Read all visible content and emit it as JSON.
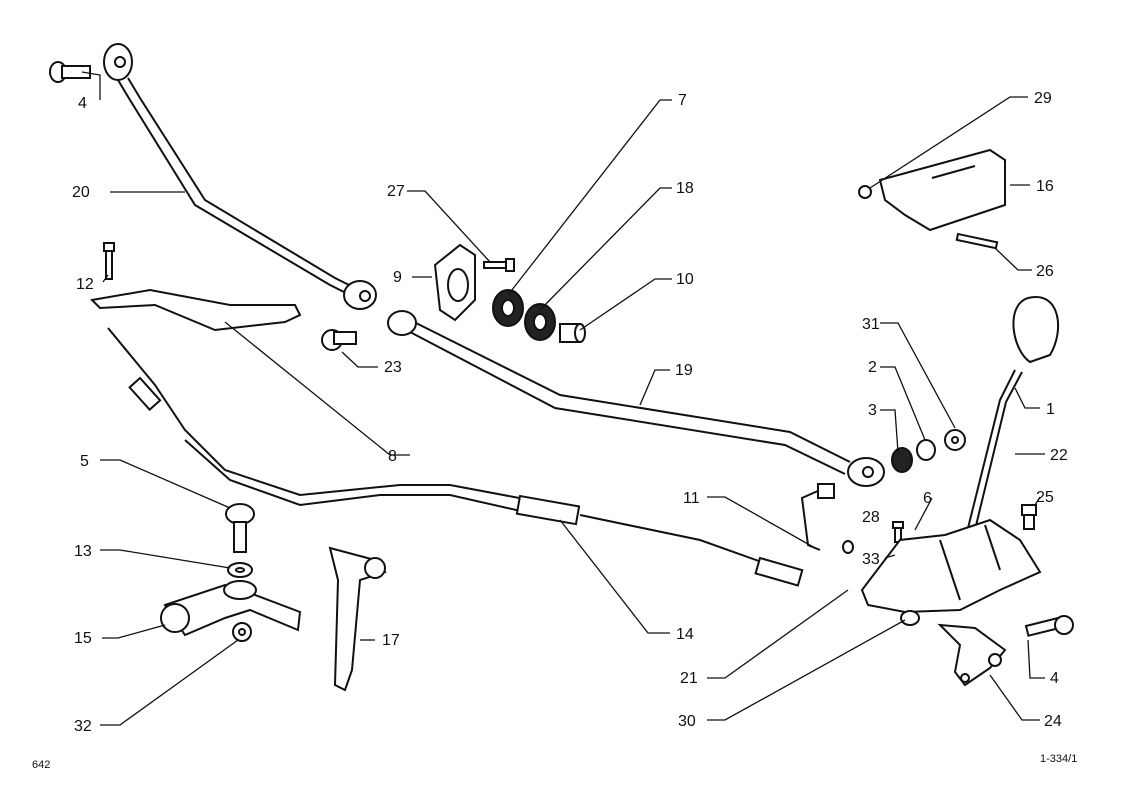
{
  "labels": {
    "l1": "1",
    "l2": "2",
    "l3": "3",
    "l4a": "4",
    "l4b": "4",
    "l5": "5",
    "l6": "6",
    "l7": "7",
    "l8": "8",
    "l9": "9",
    "l10": "10",
    "l11": "11",
    "l12": "12",
    "l13": "13",
    "l14": "14",
    "l15": "15",
    "l16": "16",
    "l17": "17",
    "l18": "18",
    "l19": "19",
    "l20": "20",
    "l21": "21",
    "l22": "22",
    "l23": "23",
    "l24": "24",
    "l25": "25",
    "l26": "26",
    "l27": "27",
    "l28": "28",
    "l29": "29",
    "l30": "30",
    "l31": "31",
    "l32": "32",
    "l33": "33"
  },
  "footer": {
    "page_number": "642",
    "drawing_ref": "1-334/1"
  }
}
